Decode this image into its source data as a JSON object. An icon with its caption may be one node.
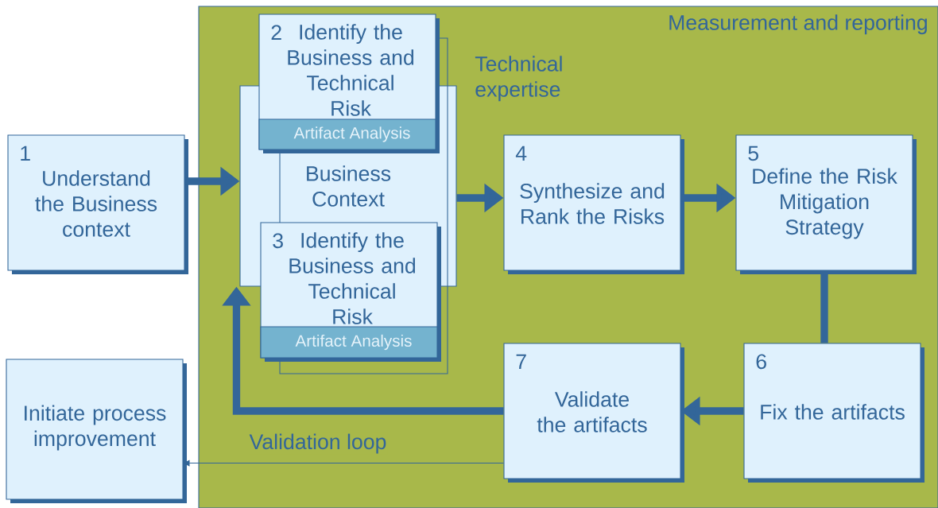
{
  "diagram": {
    "nodes": [
      {
        "text": [
          "Measurement and reporting"
        ]
      },
      {
        "text": [
          "1",
          "Understand the Business context"
        ]
      },
      {
        "text": [
          "Business Context"
        ],
        "in": 0
      },
      {
        "text": [
          "2",
          "Identify the Business and Technical Risk"
        ],
        "in": 0
      },
      {
        "text": [
          "Artifact Analysis"
        ]
      },
      {
        "text": [
          "3",
          "Identify the Business and Technical Risk"
        ],
        "in": 0
      },
      {
        "text": [
          "Artifact Analysis"
        ],
        "in": 5
      },
      {
        "text": [
          "4",
          "Synthesize and Rank the Risks"
        ],
        "in": 0
      },
      {
        "text": [
          "5",
          "Define the Risk Mitigation Strategy"
        ],
        "in": 0
      },
      {
        "text": [
          "6",
          "Fix the artifacts"
        ],
        "in": 0
      },
      {
        "text": [
          "7",
          "Validate the artifacts"
        ],
        "in": 0
      },
      {
        "text": [
          "Initiate process improvement"
        ]
      }
    ],
    "edges": [
      {
        "from": 1,
        "to": 2,
        "arrow": "to"
      },
      {
        "from": 2,
        "to": 7,
        "arrow": "to"
      },
      {
        "from": 7,
        "to": 8,
        "arrow": "to"
      },
      {
        "from": 8,
        "to": 9,
        "arrow": "none"
      },
      {
        "from": 9,
        "to": 10,
        "arrow": "to"
      },
      {
        "from": 10,
        "to": 2,
        "arrow": "to"
      },
      {
        "from": 10,
        "to": 11,
        "arrow": "to",
        "label": "Validation loop"
      }
    ],
    "labels": [
      "Technical expertise"
    ]
  }
}
